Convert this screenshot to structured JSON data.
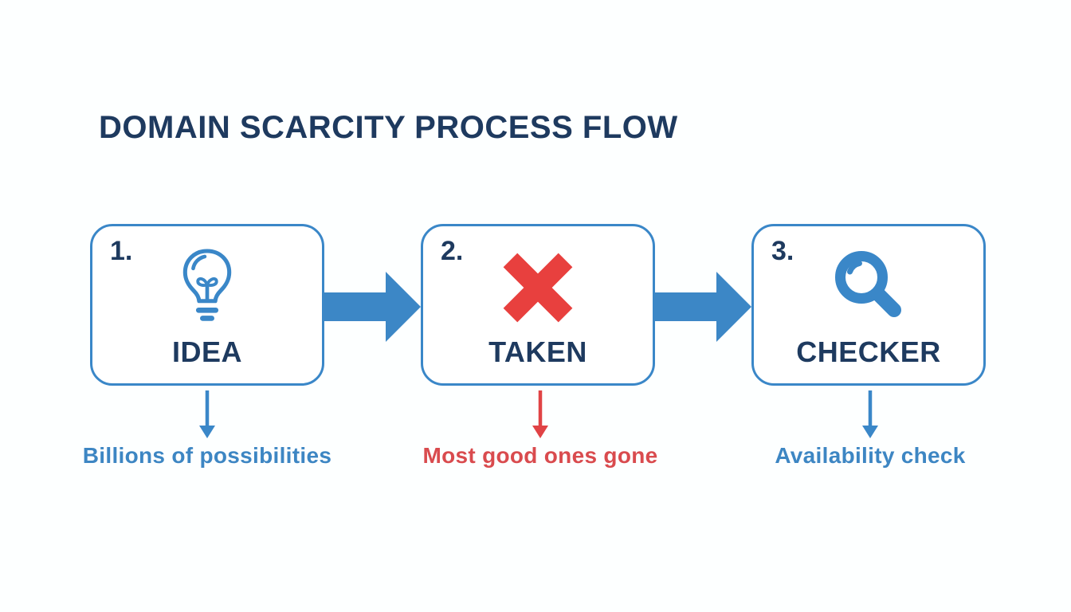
{
  "title": "DOMAIN SCARCITY PROCESS FLOW",
  "palette": {
    "background": "#fdffff",
    "heading_navy": "#1e3a5f",
    "box_border_blue": "#3a87c8",
    "connector_arrow_blue": "#3c87c6",
    "lightbulb_blue": "#3a87c8",
    "magnifier_blue": "#3a87c8",
    "x_mark_red": "#e8403e",
    "caption_blue": "#3d86c3",
    "caption_red": "#d94b4e",
    "down_arrow_red": "#e04345"
  },
  "steps": [
    {
      "number": "1.",
      "icon": "lightbulb-icon",
      "label": "IDEA",
      "caption": "Billions of possibilities",
      "caption_color": "#3d86c3",
      "down_arrow_color": "#3a87c8"
    },
    {
      "number": "2.",
      "icon": "x-mark-icon",
      "label": "TAKEN",
      "caption": "Most good ones gone",
      "caption_color": "#d94b4e",
      "down_arrow_color": "#e04345"
    },
    {
      "number": "3.",
      "icon": "magnifying-glass-icon",
      "label": "CHECKER",
      "caption": "Availability check",
      "caption_color": "#3d86c3",
      "down_arrow_color": "#3a87c8"
    }
  ]
}
